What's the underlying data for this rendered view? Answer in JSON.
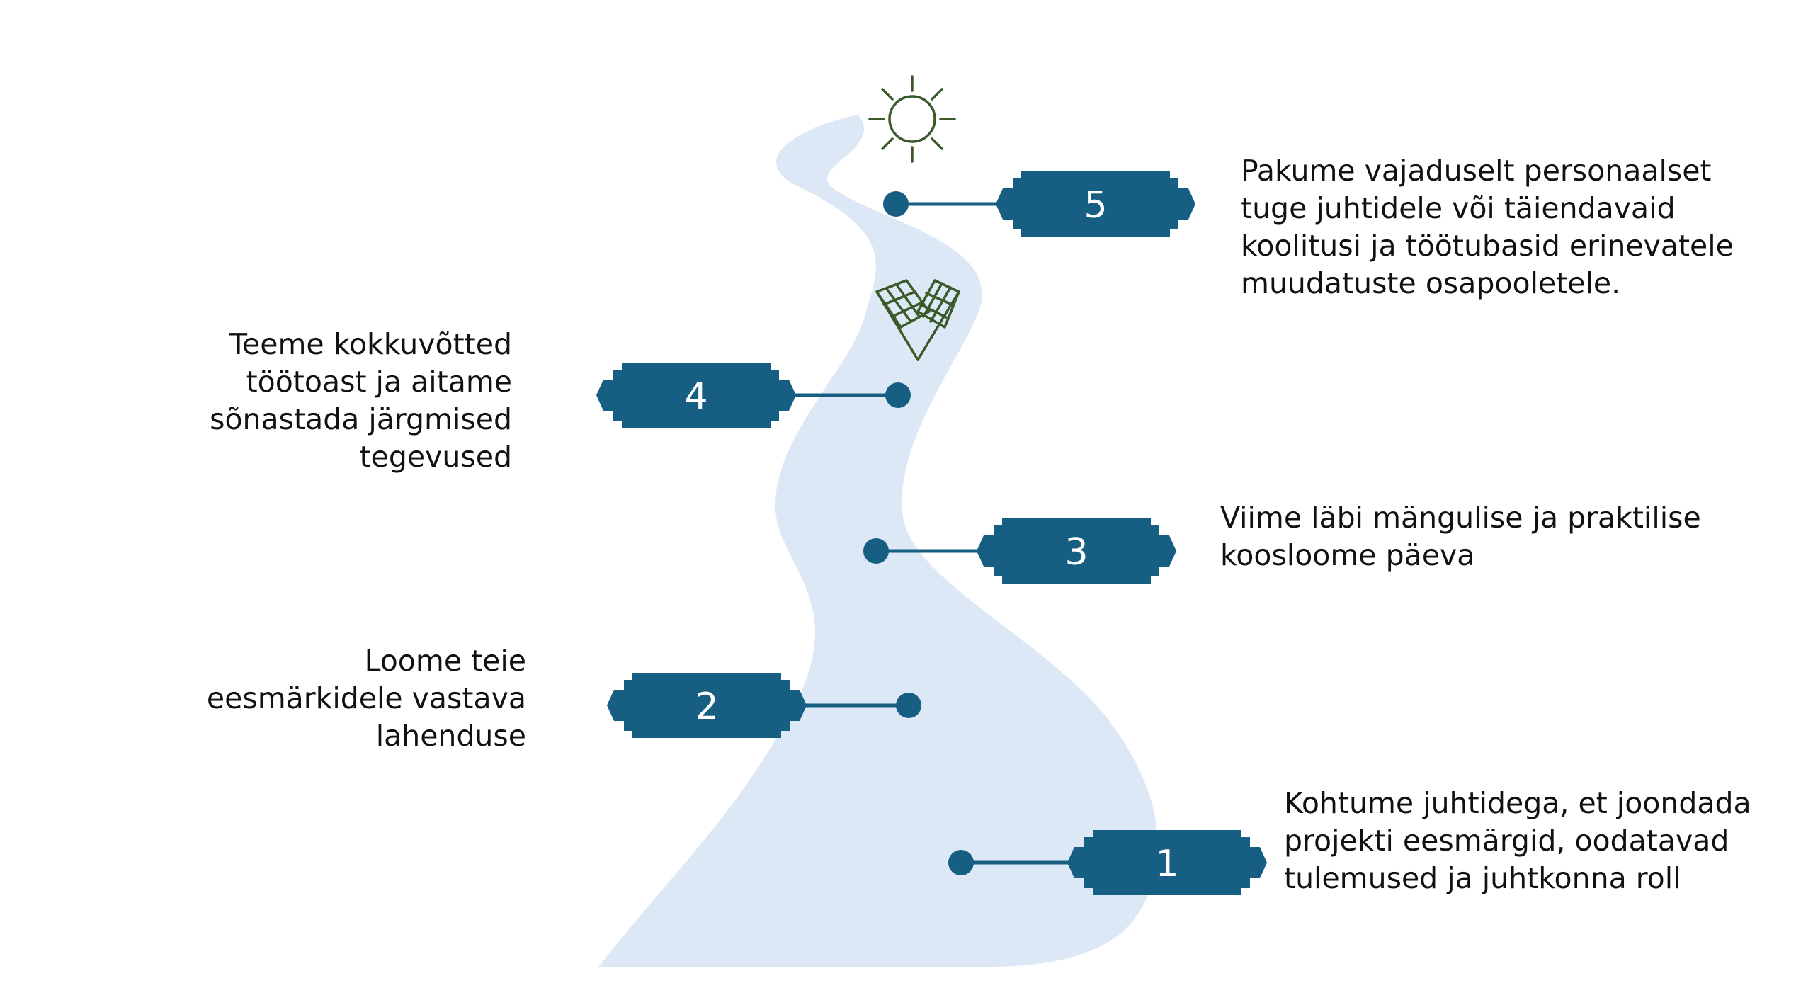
{
  "colors": {
    "road": "#dde8f7",
    "badge": "#165f83",
    "connector": "#165f83",
    "icon": "#3a5a2a",
    "text": "#111111"
  },
  "icons": [
    "sun-icon",
    "checkered-flags-icon"
  ],
  "steps": [
    {
      "number": "1",
      "lines": [
        "Kohtume juhtidega, et joondada",
        "projekti eesmärgid, oodatavad",
        "tulemused ja juhtkonna roll"
      ]
    },
    {
      "number": "2",
      "lines": [
        "Loome teie",
        "eesmärkidele vastava",
        "lahenduse"
      ]
    },
    {
      "number": "3",
      "lines": [
        "Viime läbi mängulise ja praktilise",
        "koosloome päeva"
      ]
    },
    {
      "number": "4",
      "lines": [
        "Teeme kokkuvõtted",
        "töötoast ja aitame",
        "sõnastada järgmised",
        "tegevused"
      ]
    },
    {
      "number": "5",
      "lines": [
        "Pakume vajaduselt personaalset",
        "tuge juhtidele või täiendavaid",
        "koolitusi ja töötubasid erinevatele",
        "muudatuste osapooletele."
      ]
    }
  ]
}
